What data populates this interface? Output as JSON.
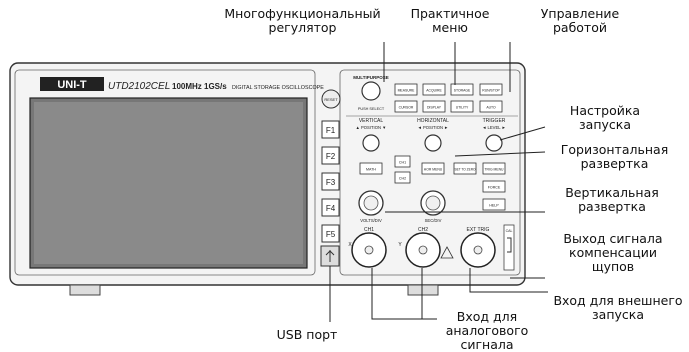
{
  "device": {
    "brand": "UNI-T",
    "model": "UTD2102CEL",
    "spec": "100MHz 1GS/s",
    "type": "DIGITAL STORAGE OSCILLOSCOPE"
  },
  "panel": {
    "reset": "RESET",
    "softkeys": [
      "F1",
      "F2",
      "F3",
      "F4",
      "F5"
    ],
    "multipurpose": "MULTIPURPOSE",
    "push_select": "PUSH SELECT",
    "buttons_row1": [
      "MEASURE",
      "ACQUIRE",
      "STORAGE",
      "RUN/STOP"
    ],
    "buttons_row2": [
      "CURSOR",
      "DISPLAY",
      "UTILITY",
      "AUTO"
    ],
    "vertical": "VERTICAL",
    "horizontal": "HORIZONTAL",
    "trigger": "TRIGGER",
    "position_v": "▲ POSITION ▼",
    "position_h": "◄ POSITION ►",
    "level": "◄ LEVEL ►",
    "math": "MATH",
    "ch1_btn": "CH1",
    "ch2_btn": "CH2",
    "hor_menu": "HOR MENU",
    "set_to_zero": "SET TO ZERO",
    "trig_menu": "TRIG MENU",
    "force": "FORCE",
    "help": "HELP",
    "volts_div": "VOLTS/DIV",
    "sec_div": "SEC/DIV",
    "ch1": "CH1",
    "ch2": "CH2",
    "ext_trig": "EXT TRIG",
    "x": "X",
    "y": "Y",
    "cal": "CAL"
  },
  "annotations": {
    "multifunction_knob": [
      "Многофункциональный",
      "регулятор"
    ],
    "menu": [
      "Практичное",
      "меню"
    ],
    "run_control": [
      "Управление",
      "работой"
    ],
    "trigger_setup": [
      "Настройка",
      "запуска"
    ],
    "horizontal_sweep": [
      "Горизонтальная",
      "развертка"
    ],
    "vertical_sweep": [
      "Вертикальная",
      "развертка"
    ],
    "probe_comp": [
      "Выход сигнала",
      "компенсации",
      "щупов"
    ],
    "ext_trigger_input": [
      "Вход для внешнего",
      "запуска"
    ],
    "analog_input": [
      "Вход для",
      "аналогового",
      "сигнала"
    ],
    "usb_port": "USB порт"
  }
}
